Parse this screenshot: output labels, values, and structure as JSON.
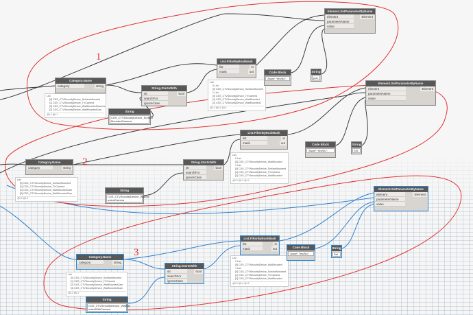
{
  "groups": [
    {
      "label": "1",
      "category": {
        "title": "Category.Name",
        "in": "category",
        "out": "string"
      },
      "category_watch": {
        "items": [
          "List",
          "[0] CDS_CTVSecurityDevice_SurfaceMounted",
          "[1] CDS_CTVSecurityDevice_TVCamera",
          "[2] CDS_CTVSecurityDevice_WallMountedCamera",
          "[3] CDS_CTVSecurityDevice_WallMountedCam"
        ],
        "footer": "@L2 @L1"
      },
      "starts": {
        "title": "String.StartsWith",
        "inputs": [
          "str",
          "searchFor",
          "ignoreCase"
        ],
        "out": "bool"
      },
      "string": {
        "title": "String",
        "value": "CDS_CTVSecurityDevice_Surface\nMountedCamera"
      },
      "filter": {
        "title": "List.FilterByBoolMask",
        "inputs": [
          "list",
          "mask"
        ],
        "outputs": [
          "in",
          "out"
        ]
      },
      "filter_watch": {
        "items": [
          "List",
          "0 List",
          "[0] CDS_CTVSecurityDevice_SurfaceMounted",
          "1 List",
          "[0] CDS_CTVSecurityDevice_TVCamera",
          "[1] CDS_CTVSecurityDevice_WallMounted",
          "[2] CDS_CTVSecurityDevice_WallMountedC"
        ],
        "footer": "@L3 @L2 @L1"
      },
      "code": {
        "title": "Code Block",
        "value": "\"Asset\" Yes/No\";"
      },
      "str2": {
        "title": "String",
        "value": "pub"
      },
      "setparam": {
        "title": "Element.SetParameterByName",
        "inputs": [
          "element",
          "parameterName",
          "value"
        ],
        "out": "Element"
      }
    },
    {
      "label": "2",
      "category": {
        "title": "Category.Name",
        "in": "category",
        "out": "string"
      },
      "category_watch": {
        "items": [
          "List",
          "[0] CDS_CTVSecurityDevice_SurfaceMounted",
          "[1] CDS_CTVSecurityDevice_TVCamera",
          "[2] CDS_CTVSecurityDevice_WallMountedCam",
          "[3] CDS_CTVSecurityDevice_WallMountedCam"
        ],
        "footer": "@L2 @L1"
      },
      "starts": {
        "title": "String.StartsWith",
        "inputs": [
          "str",
          "searchFor",
          "ignoreCase"
        ],
        "out": "bool"
      },
      "string": {
        "title": "String",
        "value": "CDS_CTVSecurityDevice_WallMo\nuntedCamera"
      },
      "filter": {
        "title": "List.FilterByBoolMask",
        "inputs": [
          "list",
          "mask"
        ],
        "outputs": [
          "in",
          "out"
        ]
      },
      "filter_watch": {
        "items": [
          "List",
          "0 List",
          "[0] CDS_CTVSecurityDevice_WallMounted",
          "1 List",
          "[0] CDS_CTVSecurityDevice_SurfaceMounted",
          "[1] CDS_CTVSecurityDevice_TVCamera",
          "[2] CDS_CTVSecurityDevice_WallMounted"
        ],
        "footer": "@L3 @L2 @L1"
      },
      "code": {
        "title": "Code Block",
        "value": "\"Asset\" Yes/No\";"
      },
      "str2": {
        "title": "String",
        "value": "SIS"
      },
      "setparam": {
        "title": "Element.SetParameterByName",
        "inputs": [
          "element",
          "parameterName",
          "value"
        ],
        "out": "Element"
      }
    },
    {
      "label": "3",
      "category": {
        "title": "Category.Name",
        "in": "category",
        "out": "string"
      },
      "category_watch": {
        "items": [
          "List",
          "[0] CDS_CTVSecurityDevice_SurfaceMounted",
          "[1] CDS_CTVSecurityDevice_TVCamera",
          "[2] CDS_CTVSecurityDevice_WallMountedCam",
          "[3] CDS_CTVSecurityDevice_WallMountedCam"
        ],
        "footer": "@L2 @L1"
      },
      "starts": {
        "title": "String.StartsWith",
        "inputs": [
          "str",
          "searchFor",
          "ignoreCase"
        ],
        "out": "bool"
      },
      "string": {
        "title": "String",
        "value": "CDS_CTVSecurityDevice_WallMo\nuntedWithCamera"
      },
      "filter": {
        "title": "List.FilterByBoolMask",
        "inputs": [
          "list",
          "mask"
        ],
        "outputs": [
          "in",
          "out"
        ]
      },
      "filter_watch": {
        "items": [
          "List",
          "0 List",
          "[0] CDS_CTVSecurityDevice_WallMounted",
          "1 List",
          "[0] CDS_CTVSecurityDevice_SurfaceMounted",
          "[1] CDS_CTVSecurityDevice_TVCamera",
          "[2] CDS_CTVSecurityDevice_WallMounted"
        ],
        "footer": "@L3 @L2 @L1"
      },
      "code": {
        "title": "Code Block",
        "value": "\"Asset\" Yes/No\";"
      },
      "str2": {
        "title": "String",
        "value": "Del"
      },
      "setparam": {
        "title": "Element.SetParameterByName",
        "inputs": [
          "element",
          "parameterName",
          "value"
        ],
        "out": "Element"
      }
    }
  ],
  "colors": {
    "annotation": "#e23030",
    "wire_dark": "#3a3a3a",
    "wire_blue": "#2a7fd0"
  }
}
